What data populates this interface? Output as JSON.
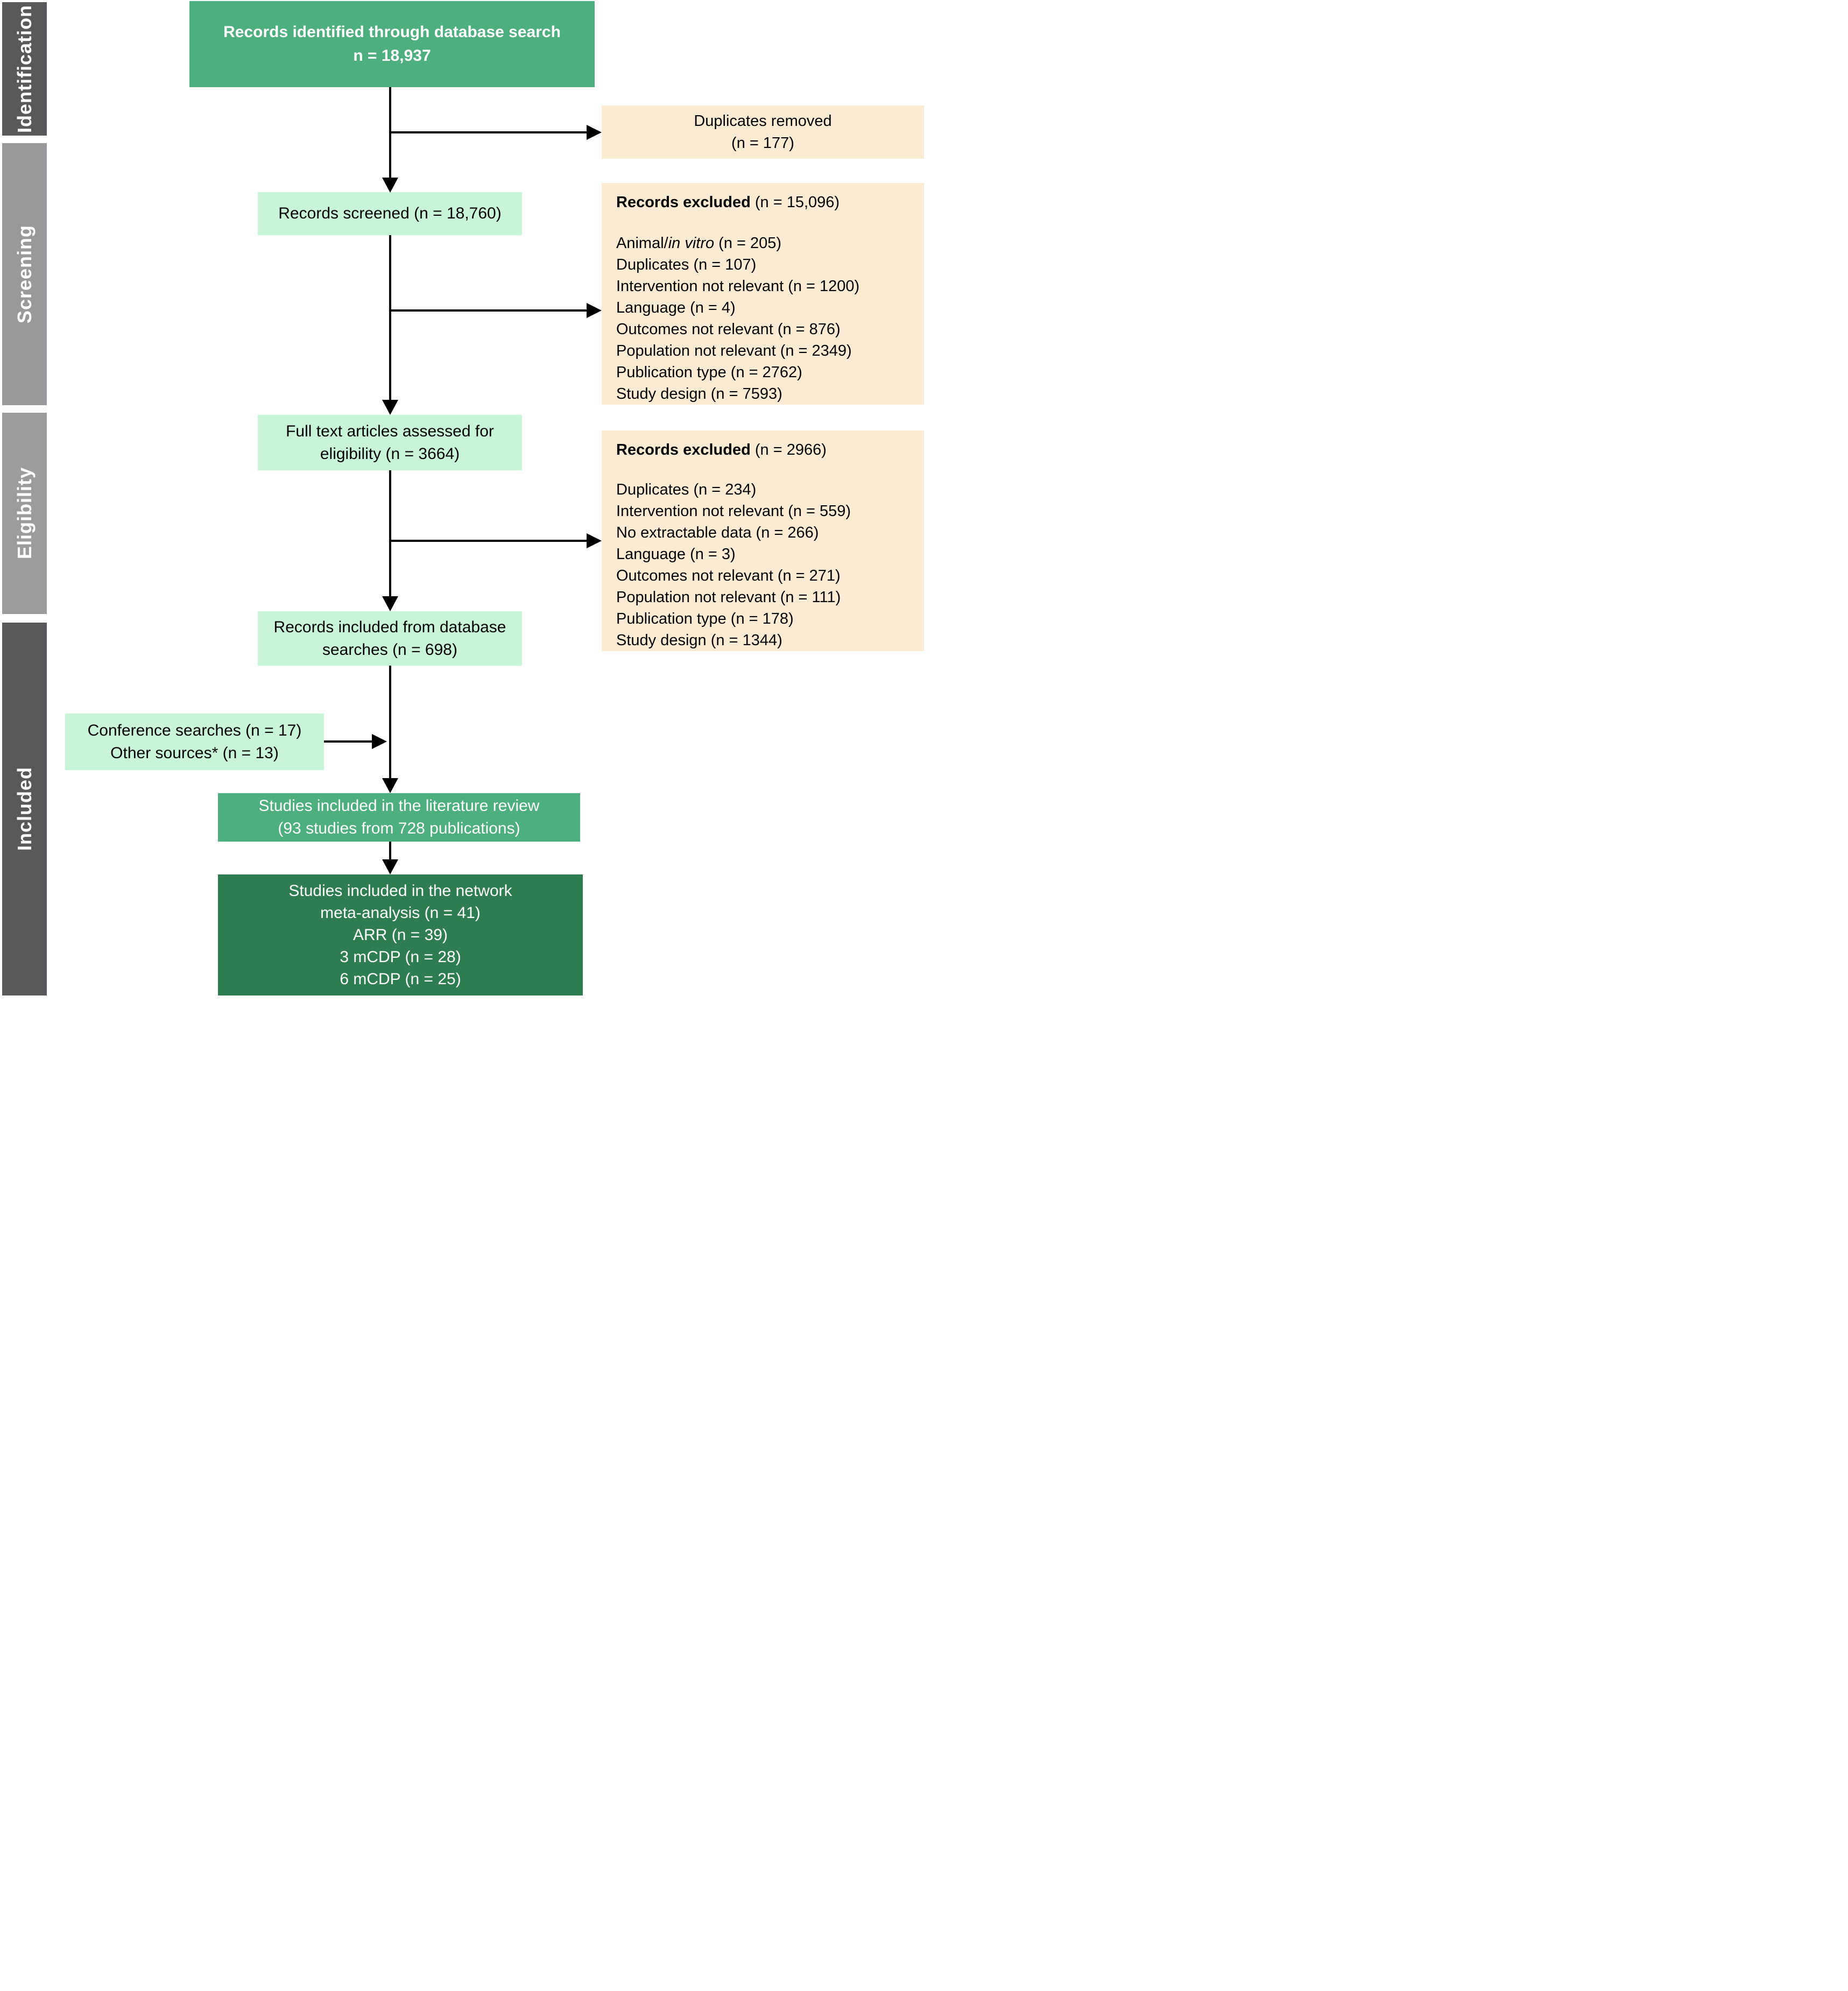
{
  "colors": {
    "flow_green": "#4DAE7E",
    "flow_dark_green": "#2E7D51",
    "flow_mint": "#C8F5D8",
    "flow_peach": "#FBEBD3",
    "band_dark_gray": "#58595B",
    "band_mid_gray": "#98999B",
    "band_light_gray": "#9C9C9C",
    "arrow_black": "#000000"
  },
  "sidebar": {
    "stages": [
      {
        "label": "Identification",
        "color": "#58595B"
      },
      {
        "label": "Screening",
        "color": "#98999B"
      },
      {
        "label": "Eligibility",
        "color": "#9C9C9C"
      },
      {
        "label": "Included",
        "color": "#58595B"
      }
    ]
  },
  "flow": {
    "identified": {
      "lines": [
        "Records identified through database search",
        "n = 18,937"
      ]
    },
    "duplicates_removed": {
      "lines": [
        "Duplicates removed",
        "(n = 177)"
      ]
    },
    "screened": {
      "label": "Records screened (n = 18,760)"
    },
    "excluded_screening": {
      "title_bold": "Records excluded",
      "title_rest": " (n = 15,096)",
      "items": [
        [
          {
            "t": "Animal/"
          },
          {
            "t": "in vitro",
            "i": true
          },
          {
            "t": " (n = 205)"
          }
        ],
        "Duplicates (n = 107)",
        "Intervention not relevant (n = 1200)",
        "Language (n = 4)",
        "Outcomes not relevant (n = 876)",
        "Population not relevant (n = 2349)",
        "Publication type (n = 2762)",
        "Study design (n = 7593)"
      ]
    },
    "full_text": {
      "lines": [
        "Full text articles assessed for",
        "eligibility (n = 3664)"
      ]
    },
    "excluded_eligibility": {
      "title_bold": "Records excluded",
      "title_rest": " (n = 2966)",
      "items": [
        "Duplicates (n = 234)",
        "Intervention not relevant (n = 559)",
        "No extractable data (n = 266)",
        "Language (n = 3)",
        "Outcomes not relevant (n = 271)",
        "Population not relevant (n = 111)",
        "Publication type (n = 178)",
        "Study design (n = 1344)"
      ]
    },
    "included_db": {
      "lines": [
        "Records included from database",
        "searches (n = 698)"
      ]
    },
    "other_sources": {
      "lines": [
        "Conference searches (n = 17)",
        "Other sources* (n = 13)"
      ]
    },
    "literature_review": {
      "lines": [
        "Studies included in the literature review",
        "(93 studies from 728 publications)"
      ]
    },
    "network_meta": {
      "lines": [
        "Studies included in the network",
        "meta-analysis (n = 41)",
        "ARR (n = 39)",
        "3 mCDP (n = 28)",
        "6 mCDP (n = 25)"
      ]
    }
  }
}
